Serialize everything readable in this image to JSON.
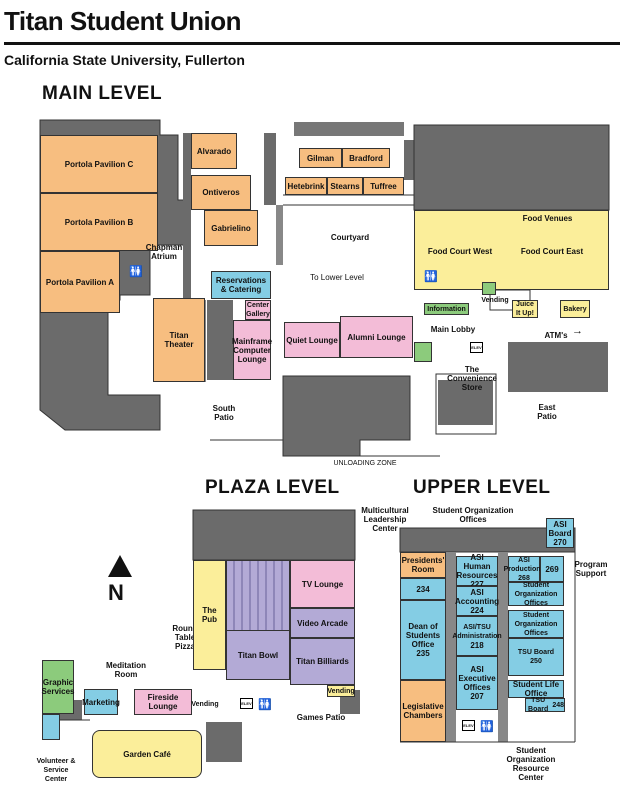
{
  "header": {
    "title": "Titan Student Union",
    "subtitle": "California State University, Fullerton"
  },
  "levels": {
    "main": "MAIN LEVEL",
    "plaza": "PLAZA LEVEL",
    "upper": "UPPER LEVEL"
  },
  "main_level": {
    "portola_c": "Portola Pavilion C",
    "portola_b": "Portola Pavilion B",
    "portola_a": "Portola Pavilion A",
    "chapman": "Chapman Atrium",
    "alvarado": "Alvarado",
    "ontiveros": "Ontiveros",
    "gabrielino": "Gabrielino",
    "gilman": "Gilman",
    "bradford": "Bradford",
    "hetebrink": "Hetebrink",
    "stearns": "Stearns",
    "tuffree": "Tuffree",
    "courtyard": "Courtyard",
    "to_lower": "To Lower Level",
    "reservations": "Reservations & Catering",
    "center_gallery": "Center Gallery",
    "mainframe": "Mainframe Computer Lounge",
    "titan_theater": "Titan Theater",
    "quiet_lounge": "Quiet Lounge",
    "alumni_lounge": "Alumni Lounge",
    "food_venues": "Food Venues",
    "food_court_west": "Food Court West",
    "food_court_east": "Food Court East",
    "information": "Information",
    "vending": "Vending",
    "juice": "Juice It Up!",
    "bakery": "Bakery",
    "main_lobby": "Main Lobby",
    "atms": "ATM's",
    "convenience": "The Convenience Store",
    "south_patio": "South Patio",
    "east_patio": "East Patio",
    "unloading": "UNLOADING ZONE",
    "elev": "ELEV"
  },
  "plaza_level": {
    "north": "N",
    "graphic": "Graphic Services",
    "meditation": "Meditation Room",
    "marketing": "Marketing",
    "fireside": "Fireside Lounge",
    "round_table": "Round Table Pizza",
    "the_pub": "The Pub",
    "titan_bowl": "Titan Bowl",
    "tv_lounge": "TV Lounge",
    "video_arcade": "Video Arcade",
    "titan_billiards": "Titan Billiards",
    "vending": "Vending",
    "vending2": "Vending",
    "games_patio": "Games Patio",
    "garden_cafe": "Garden Café",
    "volunteer": "Volunteer & Service Center",
    "elev": "ELEV"
  },
  "upper_level": {
    "multicultural": "Multicultural Leadership Center",
    "student_org_offices_top": "Student Organization Offices",
    "asi_board": "ASI Board",
    "asi_board_num": "270",
    "presidents_room": "Presidents' Room",
    "room_234": "234",
    "dean": "Dean of Students Office",
    "dean_num": "235",
    "legislative": "Legislative Chambers",
    "asi_hr": "ASI Human Resources",
    "asi_hr_num": "227",
    "asi_accounting": "ASI Accounting",
    "asi_accounting_num": "224",
    "asi_tsu_admin": "ASI/TSU Administration",
    "asi_tsu_admin_num": "218",
    "asi_exec": "ASI Executive Offices",
    "asi_exec_num": "207",
    "asi_productions": "ASI Productions",
    "asi_productions_num": "268",
    "room_269": "269",
    "student_org_offices_a": "Student Organization Offices",
    "student_org_offices_b": "Student Organization Offices",
    "program_support": "Program Support",
    "tsu_board_250": "TSU Board",
    "tsu_board_250_num": "250",
    "student_life": "Student Life Office",
    "tsu_board_248": "TSU Board",
    "tsu_board_248_num": "248",
    "resource_center": "Student Organization Resource Center",
    "elev": "ELEV"
  }
}
